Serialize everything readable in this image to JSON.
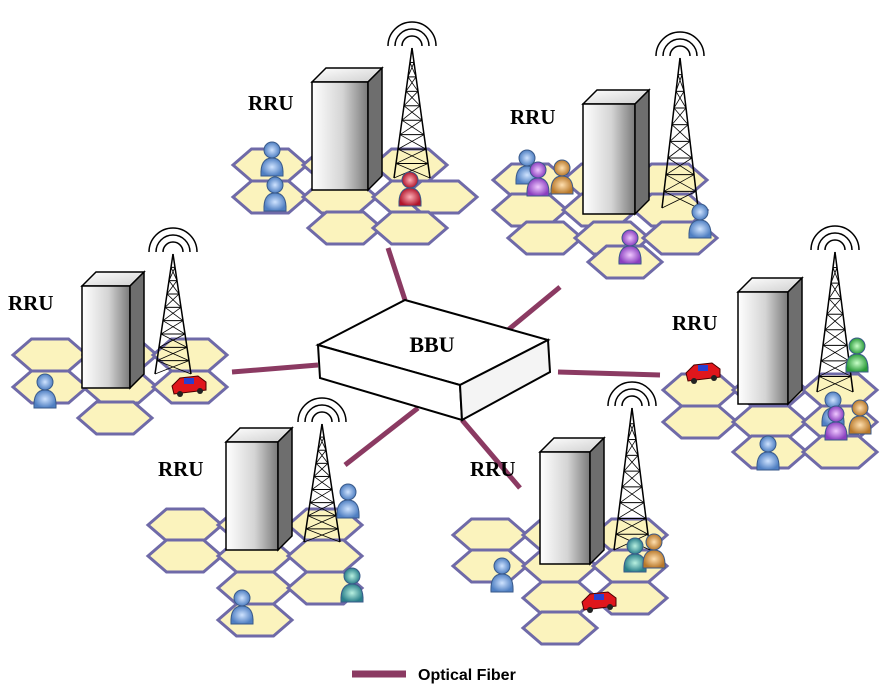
{
  "diagram": {
    "center": {
      "label": "BBU"
    },
    "sites": [
      {
        "label": "RRU"
      },
      {
        "label": "RRU"
      },
      {
        "label": "RRU"
      },
      {
        "label": "RRU"
      },
      {
        "label": "RRU"
      },
      {
        "label": "RRU"
      }
    ],
    "legend": {
      "label": "Optical Fiber"
    }
  },
  "colors": {
    "fiber": "#8b3a62",
    "cell_fill": "#fbf3bd",
    "cell_stroke": "#6f6aa8",
    "text": "#000000"
  }
}
